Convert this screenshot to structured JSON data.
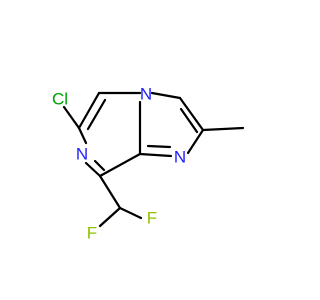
{
  "molecule": {
    "atoms": {
      "cl": {
        "label": "Cl",
        "color": "#00a000"
      },
      "n_pyrazine": {
        "label": "N",
        "color": "#2020ff"
      },
      "n_bridge": {
        "label": "N",
        "color": "#2020ff"
      },
      "n_imidazole": {
        "label": "N",
        "color": "#2020ff"
      },
      "f_left": {
        "label": "F",
        "color": "#8fbf00"
      },
      "f_right": {
        "label": "F",
        "color": "#8fbf00"
      }
    }
  }
}
